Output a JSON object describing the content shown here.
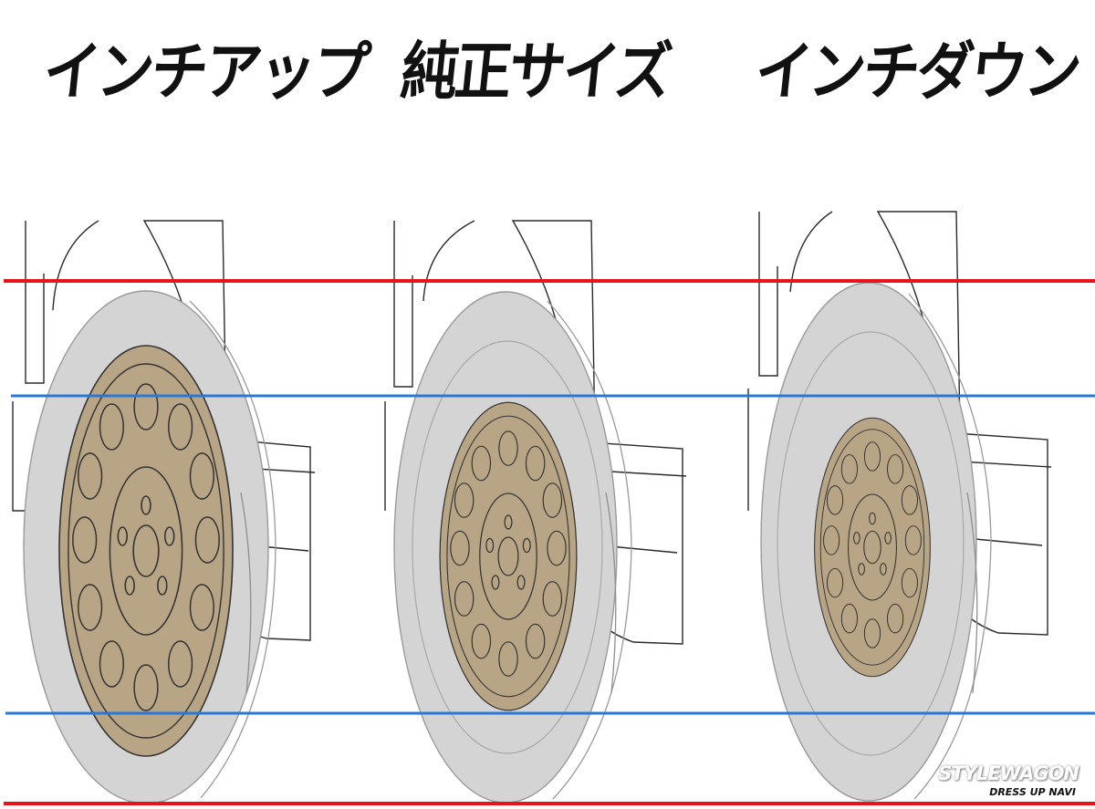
{
  "labels": {
    "inch_up": "インチアップ",
    "stock_size": "純正サイズ",
    "inch_down": "インチダウン"
  },
  "watermark": {
    "line1": "STYLEWAGON",
    "line2": "DRESS UP NAVI"
  },
  "colors": {
    "outer_reference_line": "#e8141c",
    "wheel_reference_line": "#2a78d6",
    "tire": "#d4d4d4",
    "wheel": "#b5a17e",
    "body_outline": "#2b2b2b"
  },
  "icons": [
    "wheel-icon",
    "tire-icon",
    "fender-icon"
  ]
}
